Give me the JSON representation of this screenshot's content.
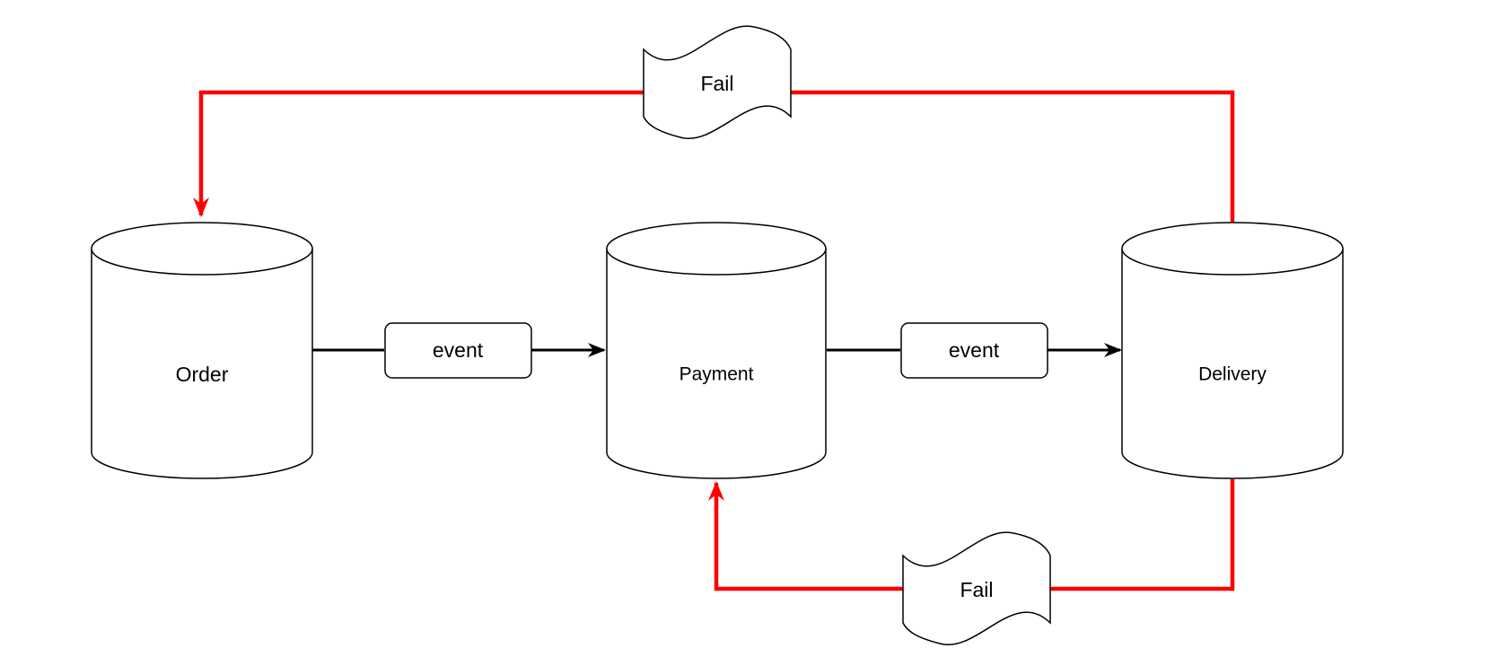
{
  "nodes": {
    "order": {
      "label": "Order"
    },
    "payment": {
      "label": "Payment"
    },
    "delivery": {
      "label": "Delivery"
    }
  },
  "events": {
    "order_to_payment": {
      "label": "event"
    },
    "payment_to_delivery": {
      "label": "event"
    }
  },
  "failures": {
    "delivery_to_order": {
      "label": "Fail"
    },
    "delivery_to_payment": {
      "label": "Fail"
    }
  },
  "colors": {
    "flow": "#000000",
    "failure": "#ff0000",
    "shape_fill": "#ffffff"
  }
}
